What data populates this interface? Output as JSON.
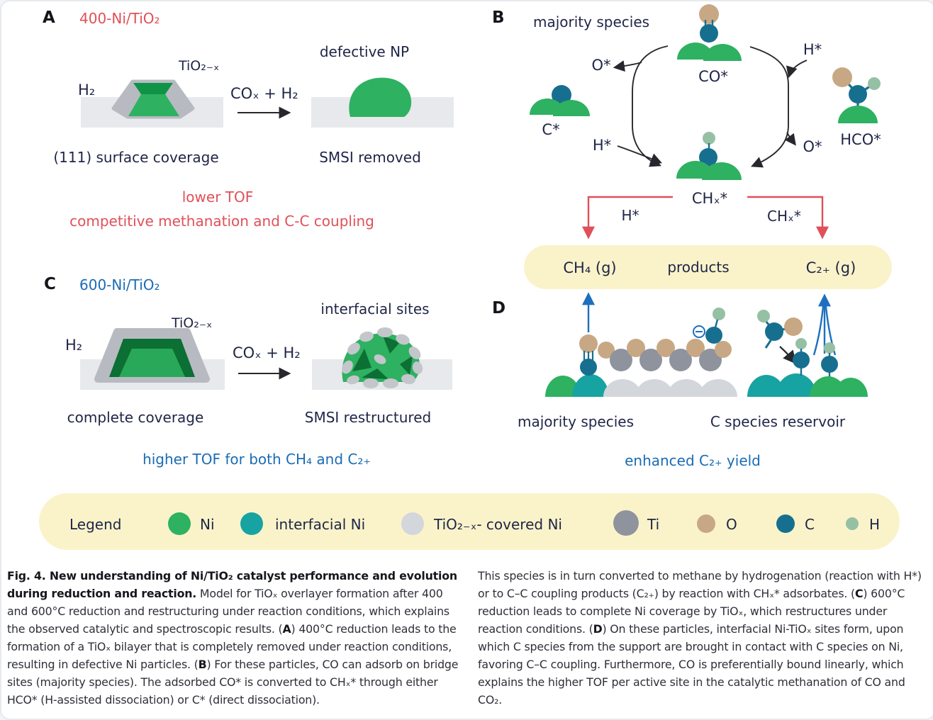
{
  "fig": {
    "A": {
      "letter": "A",
      "title": "400-Ni/TiO₂",
      "h2": "H₂",
      "oxide": "TiO₂₋ₓ",
      "reaction": "COₓ + H₂",
      "np": "defective NP",
      "surface": "(111) surface coverage",
      "smsi": "SMSI removed",
      "note1": "lower TOF",
      "note2": "competitive methanation and C-C coupling"
    },
    "B": {
      "letter": "B",
      "header": "majority species",
      "co": "CO*",
      "cstar": "C*",
      "hco": "HCO*",
      "o_upper": "O*",
      "h_upper": "H*",
      "h_lower": "H*",
      "o_lower": "O*",
      "chx": "CHₓ*",
      "branch_h": "H*",
      "branch_chx": "CHₓ*",
      "product_left": "CH₄ (g)",
      "product_mid": "products",
      "product_right": "C₂₊ (g)"
    },
    "C": {
      "letter": "C",
      "title": "600-Ni/TiO₂",
      "h2": "H₂",
      "oxide": "TiO₂₋ₓ",
      "reaction": "COₓ + H₂",
      "sites": "interfacial sites",
      "coverage": "complete coverage",
      "smsi": "SMSI restructured",
      "note": "higher TOF for both CH₄  and  C₂₊"
    },
    "D": {
      "letter": "D",
      "majority": "majority species",
      "reservoir": "C species reservoir",
      "note": "enhanced C₂₊  yield"
    },
    "legend": {
      "label": "Legend",
      "items": [
        {
          "name": "Ni",
          "color": "#2eb161"
        },
        {
          "name": "interfacial Ni",
          "color": "#17a3a1"
        },
        {
          "name": "TiO₂₋ₓ- covered Ni",
          "color": "#d3d6db"
        },
        {
          "name": "Ti",
          "color": "#8e939d"
        },
        {
          "name": "O",
          "color": "#c8a884"
        },
        {
          "name": "C",
          "color": "#176f8f"
        },
        {
          "name": "H",
          "color": "#95c0a4"
        }
      ]
    }
  },
  "colors": {
    "red_accent": "#e05059",
    "blue_accent": "#1a6cb4",
    "ni_green": "#2eb161",
    "ni_dark_green": "#0c6f33",
    "interfacial_teal": "#17a3a1",
    "carbon_teal": "#176f8f",
    "oxygen_tan": "#c8a884",
    "hydrogen_sage": "#95c0a4",
    "titanium_gray": "#8e939d",
    "oxide_gray": "#d3d6db",
    "substrate_gray": "#e7e9ec",
    "highlight_yellow": "#faf3ca"
  },
  "caption": {
    "left": [
      {
        "t": "Fig. 4. New understanding of Ni/TiO₂ catalyst performance and evolution during reduction and reaction.",
        "b": true
      },
      {
        "t": " Model for TiOₓ overlayer formation after 400 and 600°C reduction and restructuring under reaction conditions, which explains the observed catalytic and spectroscopic results. (",
        "b": false
      },
      {
        "t": "A",
        "b": true
      },
      {
        "t": ") 400°C reduction leads to the formation of a TiOₓ bilayer that is completely removed under reaction conditions, resulting in defective Ni particles. (",
        "b": false
      },
      {
        "t": "B",
        "b": true
      },
      {
        "t": ") For these particles, CO can adsorb on bridge sites (majority species). The adsorbed CO* is converted to CHₓ* through either HCO* (H-assisted dissociation) or C* (direct dissociation).",
        "b": false
      }
    ],
    "right": [
      {
        "t": "This species is in turn converted to methane by hydrogenation (reaction with H*) or to C–C coupling products (C₂₊) by reaction with CHₓ* adsorbates. (",
        "b": false
      },
      {
        "t": "C",
        "b": true
      },
      {
        "t": ") 600°C reduction leads to complete Ni coverage by TiOₓ, which restructures under reaction conditions. (",
        "b": false
      },
      {
        "t": "D",
        "b": true
      },
      {
        "t": ") On these particles, interfacial Ni-TiOₓ sites form, upon which C species from the support are brought in contact with C species on Ni, favoring C–C coupling. Furthermore, CO is preferentially bound linearly, which explains the higher TOF per active site in the catalytic methanation of CO and CO₂.",
        "b": false
      }
    ]
  }
}
